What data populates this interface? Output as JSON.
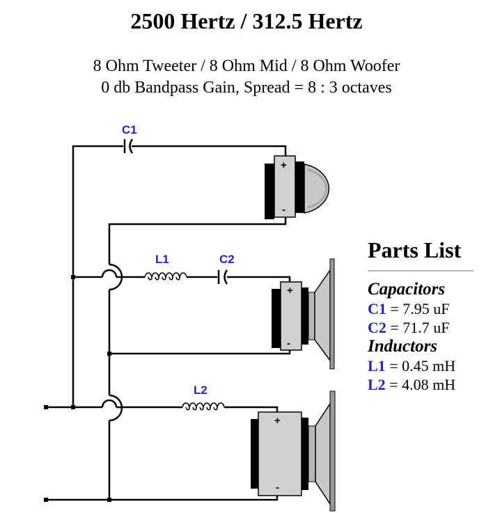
{
  "header": {
    "title": "2500 Hertz / 312.5 Hertz",
    "subtitle_line1": "8 Ohm Tweeter / 8 Ohm Mid / 8 Ohm Woofer",
    "subtitle_line2": "0 db Bandpass Gain, Spread = 8 : 3 octaves"
  },
  "schematic": {
    "labels": {
      "c1": "C1",
      "c2": "C2",
      "l1": "L1",
      "l2": "L2"
    },
    "polarity": {
      "plus": "+",
      "minus": "-"
    }
  },
  "parts_list": {
    "title": "Parts List",
    "capacitors_heading": "Capacitors",
    "inductors_heading": "Inductors",
    "items": [
      {
        "ref": "C1",
        "value": "= 7.95 uF"
      },
      {
        "ref": "C2",
        "value": "= 71.7 uF"
      },
      {
        "ref": "L1",
        "value": "= 0.45 mH"
      },
      {
        "ref": "L2",
        "value": "= 4.08 mH"
      }
    ]
  },
  "colors": {
    "label_blue": "#1f24c9",
    "wire": "#000000",
    "speaker_gray": "#c8c8c8"
  }
}
